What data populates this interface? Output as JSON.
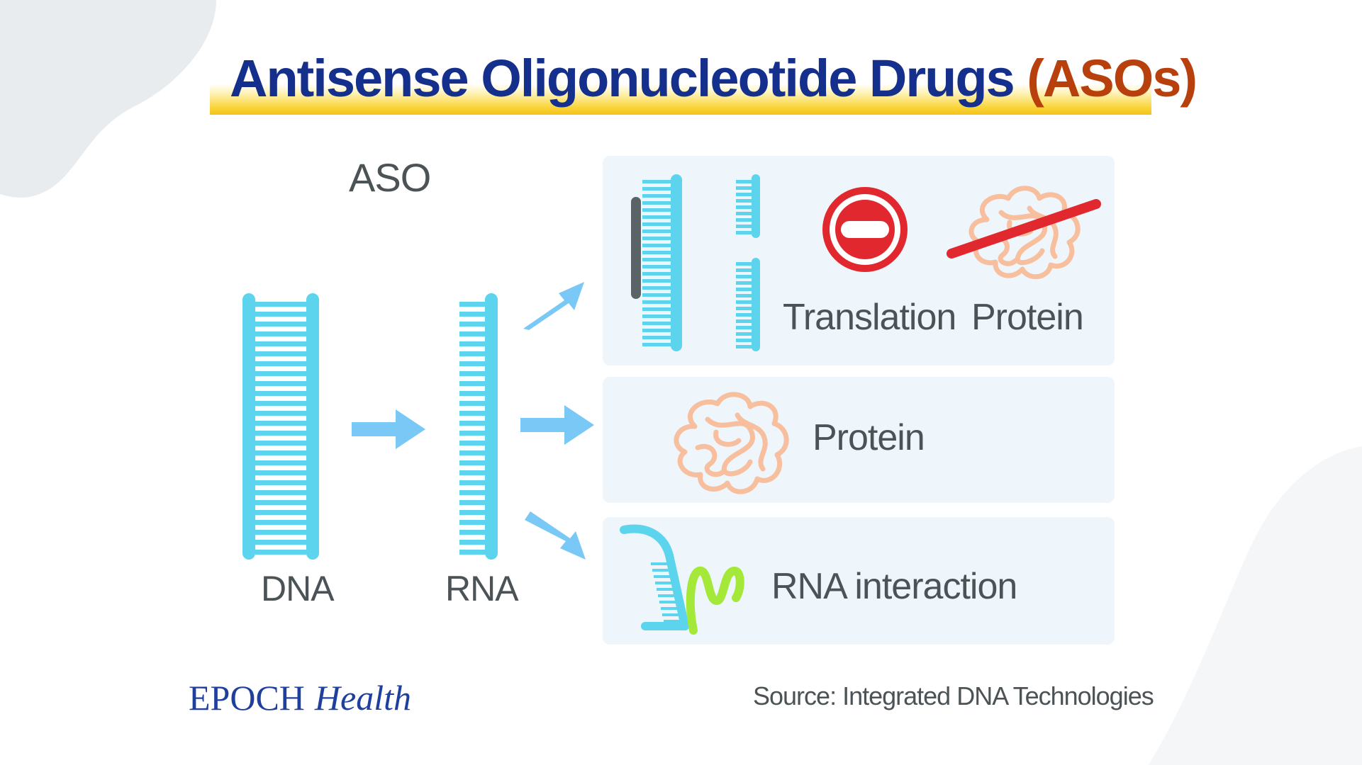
{
  "title": {
    "main": "Antisense Oligonucleotide Drugs",
    "accent": "(ASOs)"
  },
  "labels": {
    "aso": "ASO",
    "dna": "DNA",
    "rna": "RNA",
    "translation": "Translation",
    "protein_blocked": "Protein",
    "protein": "Protein",
    "rna_interaction": "RNA interaction"
  },
  "footer": {
    "brand_epoch": "EPOCH",
    "brand_health": "Health",
    "source": "Source: Integrated DNA Technologies"
  },
  "colors": {
    "title_blue": "#142f8c",
    "title_accent": "#b8400d",
    "strand_cyan": "#5dd4ee",
    "arrow_blue": "#79c8f5",
    "aso_gray": "#5a6366",
    "stop_red": "#e0282e",
    "protein_peach": "#f7bf9d",
    "rna_green": "#a4e83a",
    "panel_bg": "#eef5fb"
  },
  "icons": [
    "dna-double-strand-icon",
    "rna-strand-icon",
    "arrow-right-icon",
    "stop-sign-icon",
    "protein-crossed-icon",
    "protein-icon",
    "rna-interaction-icon"
  ]
}
